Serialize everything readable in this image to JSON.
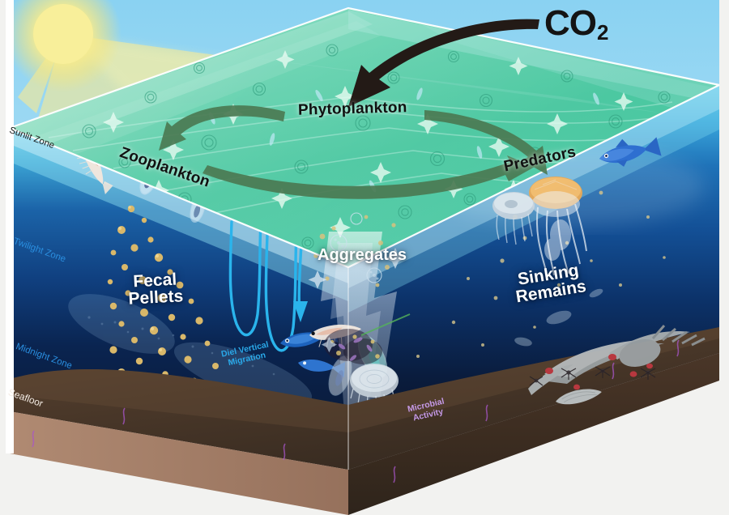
{
  "figure": {
    "type": "scientific-diagram",
    "subject": "biological-carbon-pump",
    "background_color": "#f2f2f0"
  },
  "atmosphere": {
    "sky_color": "#8fd4f0",
    "sun": {
      "name": "sun",
      "color": "#f7e98a",
      "glow_color": "#fdf6b8"
    },
    "co2": {
      "label": "CO",
      "subscript": "2",
      "color": "#141414"
    },
    "co2_arrow": {
      "name": "co2-uptake-arrow",
      "color": "#211a17"
    }
  },
  "surface": {
    "label": "Phytoplankton",
    "water_color": "#4ec9a4",
    "bloom_color": "#57d0a8"
  },
  "cycle_arrows": {
    "color": "#4a7a52",
    "left": "phytoplankton-to-zooplankton-arrow",
    "right": "phytoplankton-to-predators-arrow"
  },
  "front_labels": {
    "zooplankton": "Zooplankton",
    "predators": "Predators"
  },
  "zones": [
    {
      "label": "Sunlit Zone",
      "style": "dark",
      "color": "#1a1a1a"
    },
    {
      "label": "Twilight Zone",
      "style": "blue",
      "color": "#2a8fe0"
    },
    {
      "label": "Midnight Zone",
      "style": "blue",
      "color": "#2a8fe0"
    },
    {
      "label": "Seafloor",
      "style": "sand",
      "color": "#f4ece4"
    }
  ],
  "pathways": [
    {
      "name": "fecal-pellets",
      "line1": "Fecal",
      "line2": "Pellets",
      "color": "#ffffff"
    },
    {
      "name": "aggregates",
      "line1": "Aggregates",
      "line2": "",
      "color": "#ffffff"
    },
    {
      "name": "sinking-remains",
      "line1": "Sinking",
      "line2": "Remains",
      "color": "#ffffff"
    }
  ],
  "annotations": [
    {
      "name": "diel-vertical-migration",
      "line1": "Diel Vertical",
      "line2": "Migration",
      "color": "#2aa8e8"
    },
    {
      "name": "microbial-activity",
      "line1": "Microbial",
      "line2": "Activity",
      "color": "#c69ae8"
    }
  ],
  "ocean_colors": {
    "sunlit": "#49b8e4",
    "twilight": "#12539a",
    "midnight": "#0a1830",
    "abyss": "#070d1c",
    "sediment_front": "#3a2c22",
    "sediment_left": "#a8806a",
    "sediment_top": "#4a3729"
  }
}
